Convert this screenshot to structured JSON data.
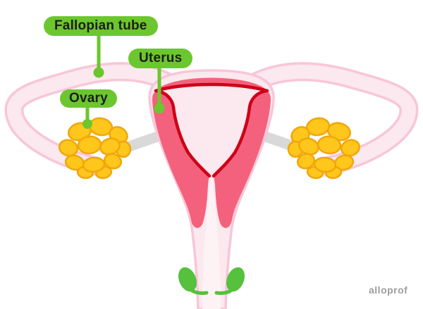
{
  "labels": {
    "fallopian_tube": "Fallopian tube",
    "uterus": "Uterus",
    "ovary": "Ovary"
  },
  "watermark": "alloprof",
  "colors": {
    "background": "#FFFFFF",
    "label_green": "#6CC62E",
    "label_text": "#1D1D1B",
    "pale_pink": "#FCE8EF",
    "outline_pink": "#F8C6D8",
    "rose": "#F4617C",
    "red_line": "#CE0018",
    "canal_white": "#FDF3F4",
    "ligament_gray": "#D9D9D9",
    "ovary_yellow": "#FFC61C",
    "ovary_outline": "#F0A70A",
    "leaf_green": "#55C13D",
    "watermark_gray": "#9D9D9D"
  }
}
